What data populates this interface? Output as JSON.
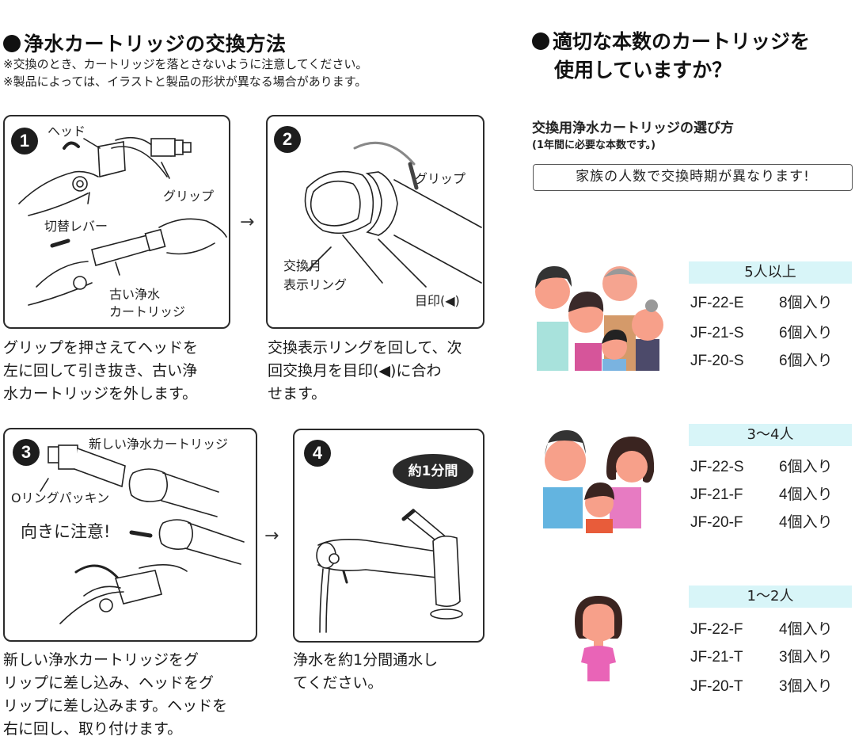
{
  "left": {
    "title": "浄水カートリッジの交換方法",
    "notes": [
      "※交換のとき、カートリッジを落とさないように注意してください。",
      "※製品によっては、イラストと製品の形状が異なる場合があります。"
    ],
    "arrow_glyph": "→",
    "steps": [
      {
        "number": "1",
        "labels": {
          "head": "ヘッド",
          "grip": "グリップ",
          "lever": "切替レバー",
          "old_cartridge_1": "古い浄水",
          "old_cartridge_2": "カートリッジ"
        },
        "description": [
          "グリップを押さえてヘッドを",
          "左に回して引き抜き、古い浄",
          "水カートリッジを外します。"
        ]
      },
      {
        "number": "2",
        "labels": {
          "grip": "グリップ",
          "ring_1": "交換月",
          "ring_2": "表示リング",
          "mark": "目印(◀)"
        },
        "description": [
          "交換表示リングを回して、次",
          "回交換月を目印(◀)に合わ",
          "せます。"
        ]
      },
      {
        "number": "3",
        "labels": {
          "new_cartridge": "新しい浄水カートリッジ",
          "oring": "Oリングパッキン",
          "caution": "向きに注意!"
        },
        "description": [
          "新しい浄水カートリッジをグ",
          "リップに差し込み、ヘッドをグ",
          "リップに差し込みます。ヘッドを",
          "右に回し、取り付けます。"
        ]
      },
      {
        "number": "4",
        "labels": {
          "duration_badge": "約1分間"
        },
        "description": [
          "浄水を約1分間通水し",
          "てください。"
        ]
      }
    ]
  },
  "right": {
    "title_line1": "適切な本数のカートリッジを",
    "title_line2": "使用していますか？",
    "subtitle": "交換用浄水カートリッジの選び方",
    "subtitle_note": "(1年間に必要な本数です。)",
    "boxed_note": "家族の人数で交換時期が異なります!",
    "groups": [
      {
        "label": "5人以上",
        "products": [
          {
            "code": "JF-22-E",
            "qty": "8個入り"
          },
          {
            "code": "JF-21-S",
            "qty": "6個入り"
          },
          {
            "code": "JF-20-S",
            "qty": "6個入り"
          }
        ]
      },
      {
        "label": "3〜4人",
        "products": [
          {
            "code": "JF-22-S",
            "qty": "6個入り"
          },
          {
            "code": "JF-21-F",
            "qty": "4個入り"
          },
          {
            "code": "JF-20-F",
            "qty": "4個入り"
          }
        ]
      },
      {
        "label": "1〜2人",
        "products": [
          {
            "code": "JF-22-F",
            "qty": "4個入り"
          },
          {
            "code": "JF-21-T",
            "qty": "3個入り"
          },
          {
            "code": "JF-20-T",
            "qty": "3個入り"
          }
        ]
      }
    ]
  },
  "colors": {
    "group_label_bg": "#d8f5f8",
    "panel_border": "#2b2b2b",
    "number_badge": "#1d1d1d"
  }
}
